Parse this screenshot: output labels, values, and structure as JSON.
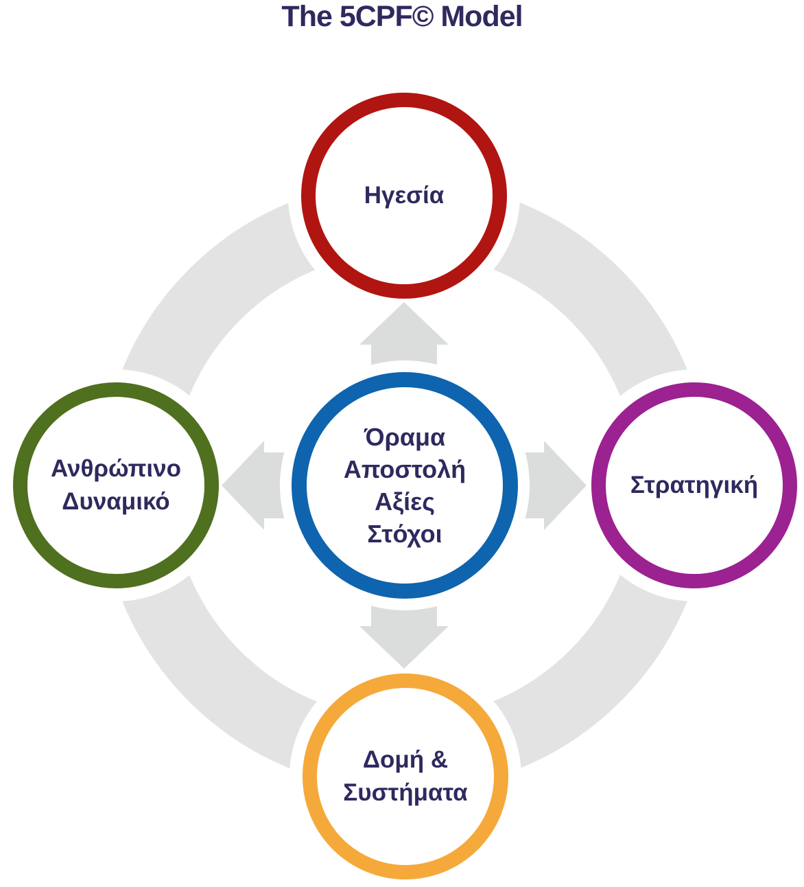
{
  "title": "The 5CPF© Model",
  "title_color": "#2e2a5e",
  "text_color": "#2e2a5e",
  "ring_color": "#e3e3e3",
  "arrow_color": "#dbdcdc",
  "background_color": "#ffffff",
  "circles": {
    "top": {
      "line1": "Ηγεσία",
      "color": "#b11511"
    },
    "left": {
      "line1": "Ανθρώπινο",
      "line2": "Δυναμικό",
      "color": "#4f701f"
    },
    "right": {
      "line1": "Στρατηγική",
      "color": "#9c2191"
    },
    "bottom": {
      "line1": "Δομή &",
      "line2": "Συστήματα",
      "color": "#f5a93a"
    },
    "center": {
      "line1": "Όραμα",
      "line2": "Αποστολή",
      "line3": "Αξίες",
      "line4": "Στόχοι",
      "color": "#0e64ae"
    }
  }
}
